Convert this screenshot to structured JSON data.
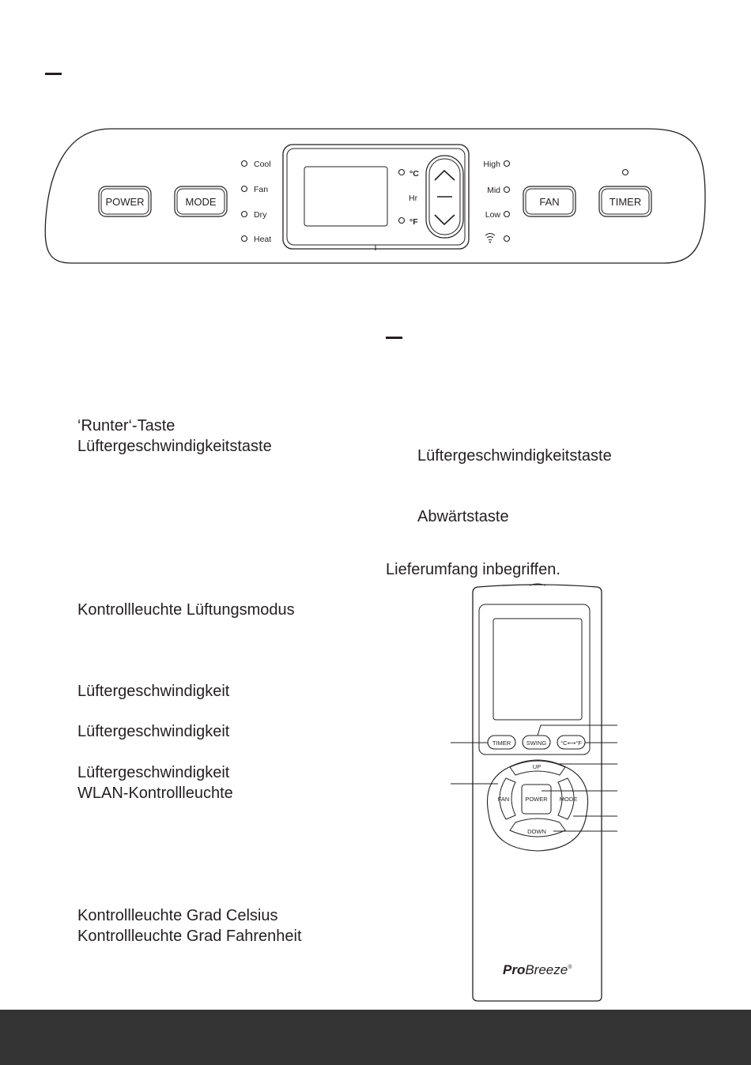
{
  "control_panel": {
    "buttons": {
      "power": "POWER",
      "mode": "MODE",
      "fan": "FAN",
      "timer": "TIMER"
    },
    "mode_indicators": [
      "Cool",
      "Fan",
      "Dry",
      "Heat"
    ],
    "unit_labels": {
      "celsius": "°C",
      "hours": "Hr",
      "fahrenheit": "°F"
    },
    "speed_indicators": [
      "High",
      "Mid",
      "Low"
    ]
  },
  "left_column": {
    "item_1": "‘Runter‘-Taste",
    "item_2": "Lüftergeschwindigkeitstaste",
    "item_3": "Kontrollleuchte Lüftungsmodus",
    "item_4": "Lüftergeschwindigkeit",
    "item_5": "Lüftergeschwindigkeit",
    "item_6": "Lüftergeschwindigkeit",
    "item_7": "WLAN-Kontrollleuchte",
    "item_8": "Kontrollleuchte Grad Celsius",
    "item_9": "Kontrollleuchte Grad Fahrenheit"
  },
  "right_column": {
    "item_1": "Lüftergeschwindigkeitstaste",
    "item_2": "Abwärtstaste",
    "item_3": "Lieferumfang inbegriffen."
  },
  "remote": {
    "buttons": {
      "timer": "TIMER",
      "swing": "SWING",
      "unit": "°C⟷°F",
      "up": "UP",
      "fan": "FAN",
      "power": "POWER",
      "mode": "MODE",
      "down": "DOWN"
    },
    "brand_bold": "Pro",
    "brand_regular": "Breeze",
    "brand_mark": "®"
  },
  "colors": {
    "ink": "#231f20",
    "footer": "#333333",
    "background": "#ffffff"
  }
}
